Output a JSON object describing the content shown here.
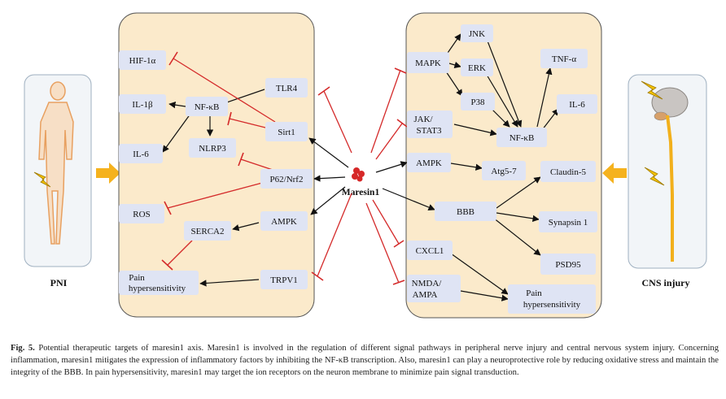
{
  "labels": {
    "pni": "PNI",
    "cns": "CNS injury",
    "center": "Maresin1"
  },
  "left_panel": {
    "hif": "HIF-1α",
    "il1b": "IL-1β",
    "nfkb": "NF-κB",
    "il6": "IL-6",
    "nlrp3": "NLRP3",
    "tlr4": "TLR4",
    "sirt1": "Sirt1",
    "p62": "P62/Nrf2",
    "ros": "ROS",
    "serca2": "SERCA2",
    "ampk": "AMPK",
    "pain_line1": "Pain",
    "pain_line2": "hypersensitivity",
    "trpv1": "TRPV1"
  },
  "right_panel": {
    "jnk": "JNK",
    "mapk": "MAPK",
    "erk": "ERK",
    "tnfa": "TNF-α",
    "p38": "P38",
    "il6": "IL-6",
    "jak_line1": "JAK/",
    "jak_line2": "STAT3",
    "nfkb": "NF-κB",
    "ampk": "AMPK",
    "atg": "Atg5-7",
    "claudin": "Claudin-5",
    "bbb": "BBB",
    "synapsin": "Synapsin 1",
    "cxcl1": "CXCL1",
    "psd95": "PSD95",
    "nmda_line1": "NMDA/",
    "nmda_line2": "AMPA",
    "pain_line1": "Pain",
    "pain_line2": "hypersensitivity"
  },
  "caption": {
    "label": "Fig. 5.",
    "text": "Potential therapeutic targets of maresin1 axis. Maresin1 is involved in the regulation of different signal pathways in peripheral nerve injury and central nervous system injury. Concerning inflammation, maresin1 mitigates the expression of inflammatory factors by inhibiting the NF-κB transcription. Also, maresin1 can play a neuroprotective role by reducing oxidative stress and maintain the integrity of the BBB. In pain hypersensitivity, maresin1 may target the ion receptors on the neuron membrane to minimize pain signal transduction."
  },
  "colors": {
    "panel_fill": "#fbeacb",
    "node_fill": "#dfe4f4",
    "inhibit": "#d42a2a",
    "activate": "#111111",
    "arrow_fill": "#f5b21e",
    "molecule": "#d62828"
  }
}
